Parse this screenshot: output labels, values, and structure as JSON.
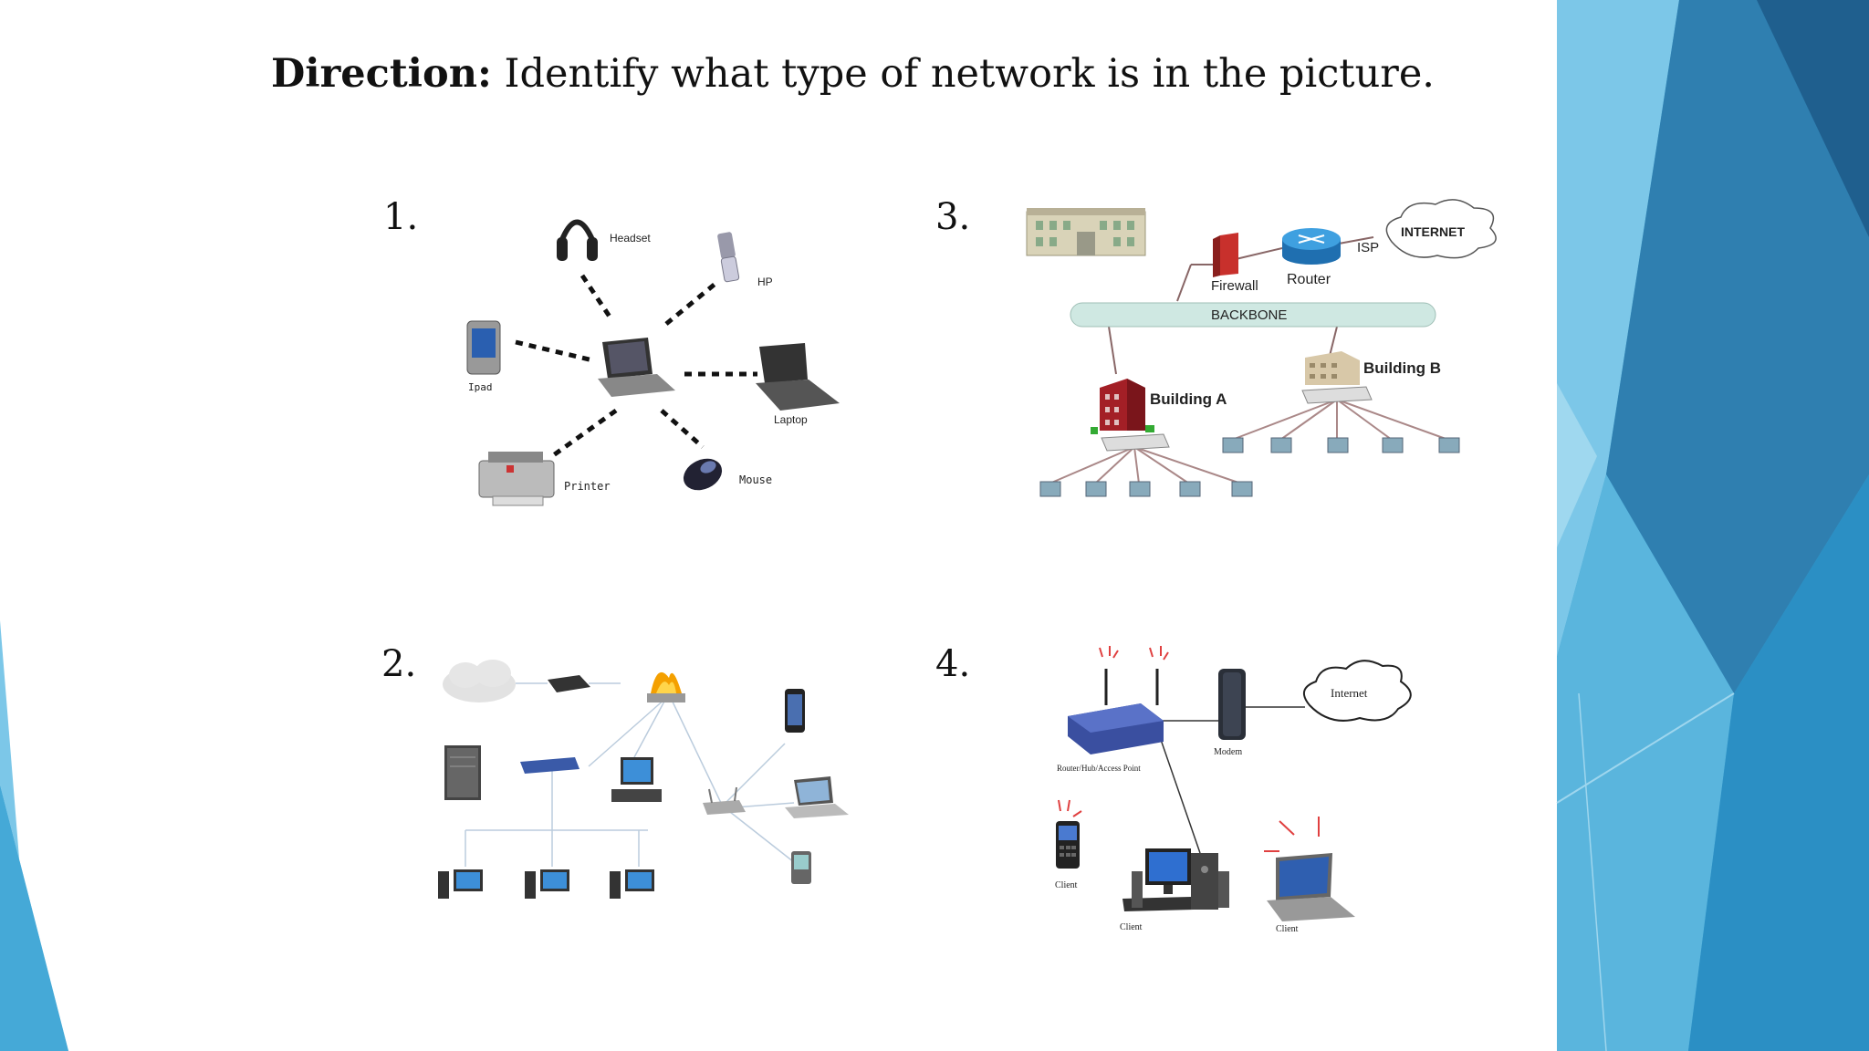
{
  "slide": {
    "direction_label": "Direction:",
    "direction_text": " Identify what type of network is in the picture."
  },
  "diagrams": {
    "d1": {
      "number": "1.",
      "labels": {
        "headset": "Headset",
        "hp": "HP",
        "ipad": "Ipad",
        "laptop": "Laptop",
        "printer": "Printer",
        "mouse": "Mouse"
      }
    },
    "d2": {
      "number": "2."
    },
    "d3": {
      "number": "3.",
      "labels": {
        "firewall": "Firewall",
        "router": "Router",
        "isp": "ISP",
        "internet": "INTERNET",
        "backbone": "BACKBONE",
        "building_a": "Building A",
        "building_b": "Building B"
      }
    },
    "d4": {
      "number": "4.",
      "labels": {
        "internet": "Internet",
        "modem": "Modem",
        "router": "Router/Hub/Access Point",
        "client_phone": "Client",
        "client_desktop": "Client",
        "client_laptop": "Client"
      }
    }
  },
  "colors": {
    "deco_light": "#8fd0ea",
    "deco_mid": "#3aa6d4",
    "deco_dark": "#1f5f8e",
    "backbone": "#cfe8e2",
    "router_blue": "#2a8fd0",
    "firewall_red": "#c8302c"
  }
}
